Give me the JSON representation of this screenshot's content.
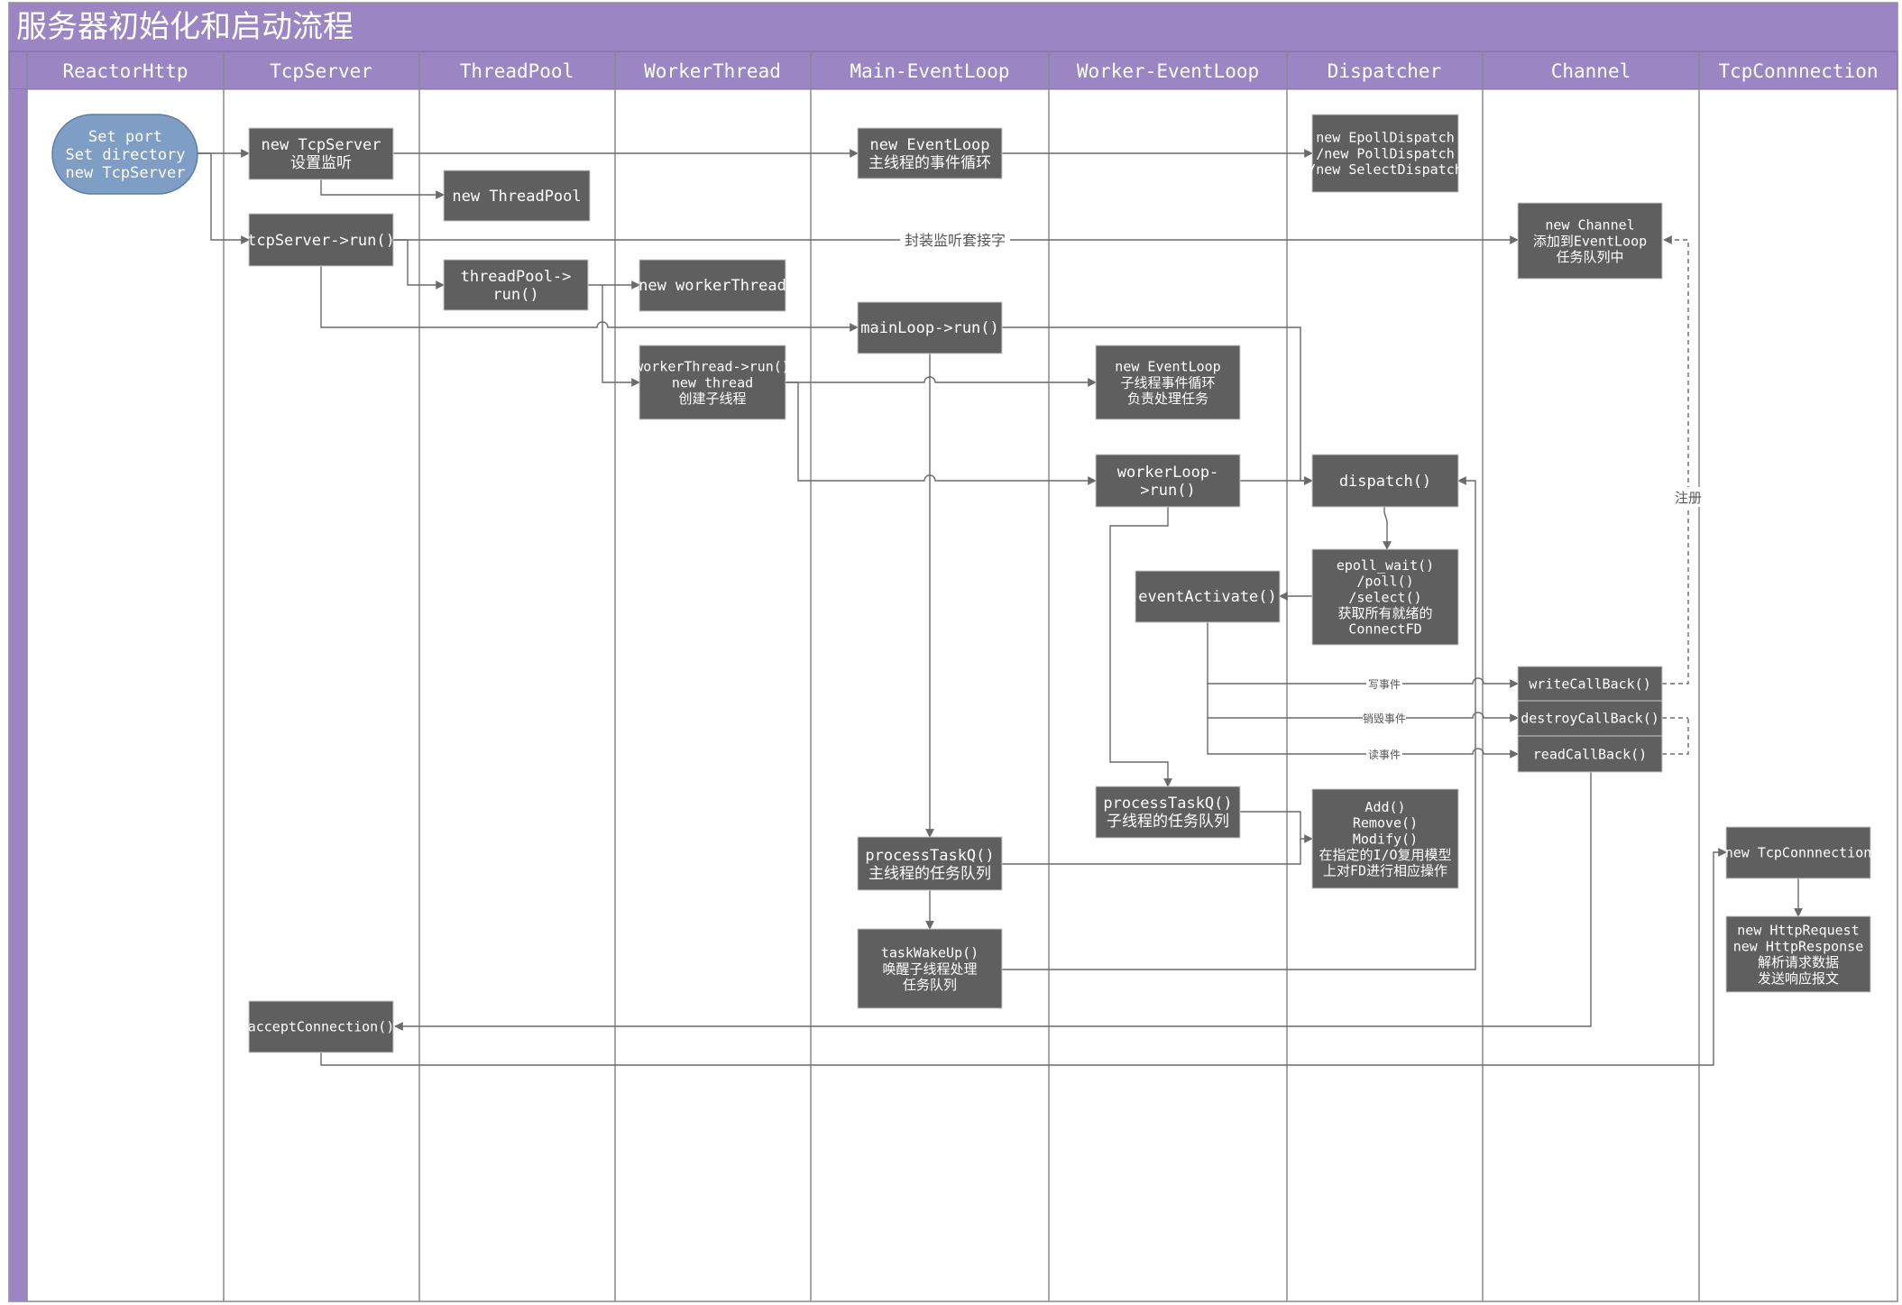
{
  "title": "服务器初始化和启动流程",
  "colors": {
    "header": "#9b86c3",
    "header_border": "#7a68a8",
    "node": "#5f5f5f",
    "start_node": "#7f9ec6",
    "line": "#6a6a6a"
  },
  "lanes": [
    "ReactorHttp",
    "TcpServer",
    "ThreadPool",
    "WorkerThread",
    "Main-EventLoop",
    "Worker-EventLoop",
    "Dispatcher",
    "Channel",
    "TcpConnnection"
  ],
  "nodes": {
    "start": [
      "Set port",
      "Set directory",
      "new TcpServer"
    ],
    "new_tcpserver": [
      "new TcpServer",
      "设置监听"
    ],
    "new_threadpool": [
      "new ThreadPool"
    ],
    "tcpserver_run": [
      "tcpServer->run()"
    ],
    "threadpool_run": [
      "threadPool->",
      "run()"
    ],
    "new_workerthread": [
      "new workerThread"
    ],
    "new_eventloop_main": [
      "new EventLoop",
      "主线程的事件循环"
    ],
    "new_dispatch": [
      "new EpollDispatch",
      "/new PollDispatch",
      "/new SelectDispatch"
    ],
    "new_channel": [
      "new Channel",
      "添加到EventLoop",
      "任务队列中"
    ],
    "mainloop_run": [
      "mainLoop->run()"
    ],
    "workerthread_run": [
      "workerThread->run()",
      "new thread",
      "创建子线程"
    ],
    "new_eventloop_worker": [
      "new EventLoop",
      "子线程事件循环",
      "负责处理任务"
    ],
    "workerloop_run": [
      "workerLoop-",
      ">run()"
    ],
    "dispatch": [
      "dispatch()"
    ],
    "epoll_wait": [
      "epoll_wait()",
      "/poll()",
      "/select()",
      "获取所有就绪的",
      "ConnectFD"
    ],
    "event_activate": [
      "eventActivate()"
    ],
    "write_cb": [
      "writeCallBack()"
    ],
    "destroy_cb": [
      "destroyCallBack()"
    ],
    "read_cb": [
      "readCallBack()"
    ],
    "process_taskq_worker": [
      "processTaskQ()",
      "子线程的任务队列"
    ],
    "add_remove": [
      "Add()",
      "Remove()",
      "Modify()",
      "在指定的I/O复用模型",
      "上对FD进行相应操作"
    ],
    "process_taskq_main": [
      "processTaskQ()",
      "主线程的任务队列"
    ],
    "task_wakeup": [
      "taskWakeUp()",
      "唤醒子线程处理",
      "任务队列"
    ],
    "accept_connection": [
      "acceptConnection()"
    ],
    "new_tcpconnection": [
      "new TcpConnnection"
    ],
    "new_http": [
      "new HttpRequest",
      "new HttpResponse",
      "解析请求数据",
      "发送响应报文"
    ]
  },
  "edge_labels": {
    "listen_socket": "封装监听套接字",
    "register": "注册",
    "write_event": "写事件",
    "destroy_event": "销毁事件",
    "read_event": "读事件"
  }
}
